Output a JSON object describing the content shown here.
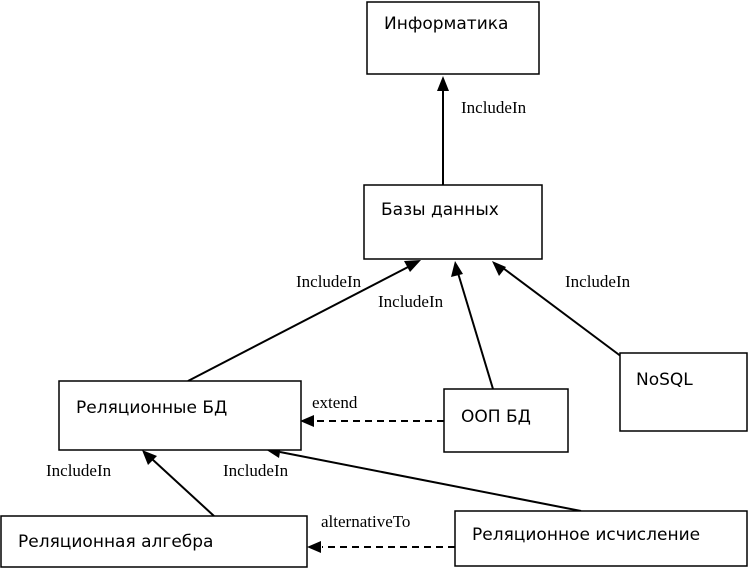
{
  "nodes": {
    "informatika": "Информатика",
    "bazy_dannykh": "Базы данных",
    "relyatsionnye_bd": "Реляционные БД",
    "oop_bd": "ООП БД",
    "nosql": "NoSQL",
    "relyatsionnaya_algebra": "Реляционная алгебра",
    "relyatsionnoe_ischislenie": "Реляционное исчисление"
  },
  "edges": {
    "bd_to_informatika": "IncludeIn",
    "relbd_to_bd": "IncludeIn",
    "oopbd_to_bd": "IncludeIn",
    "nosql_to_bd": "IncludeIn",
    "oopbd_extend_relbd": "extend",
    "algebra_to_relbd": "IncludeIn",
    "ischislenie_to_relbd": "IncludeIn",
    "ischislenie_alt_algebra": "alternativeTo"
  }
}
